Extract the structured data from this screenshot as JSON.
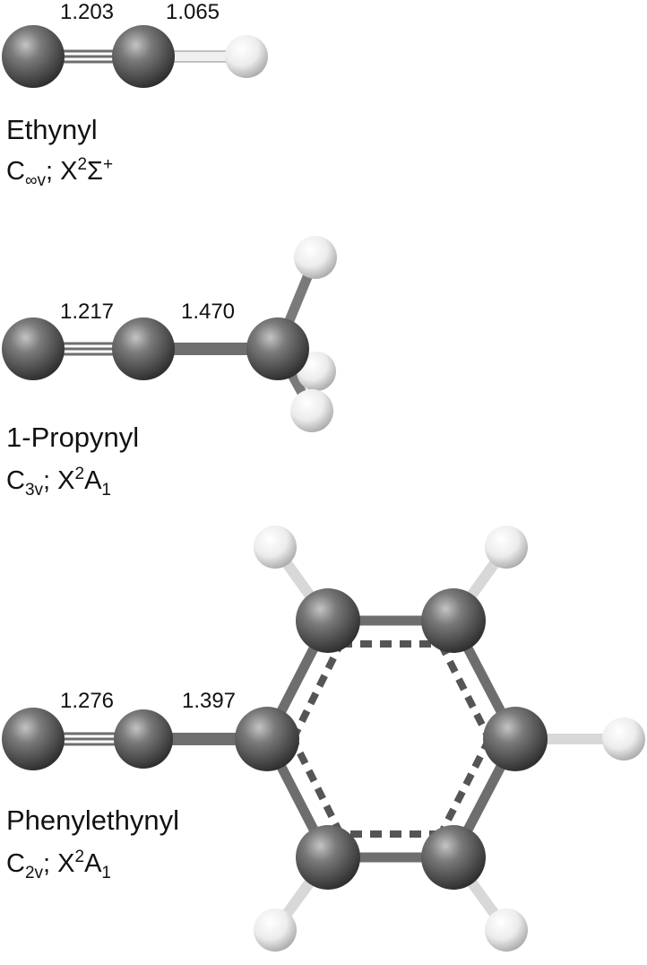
{
  "colors": {
    "carbon": "#5a5a5a",
    "hydrogen": "#f2f2f2",
    "bond": "#6e6e6e",
    "text": "#111111"
  },
  "molecules": [
    {
      "name": "Ethynyl",
      "symmetry": {
        "letter": "C",
        "sub": "∞v",
        "state": "X",
        "mult": "2",
        "term": "Σ",
        "term_sup": "+",
        "term_sub": ""
      },
      "bond_lengths": [
        "1.203",
        "1.065"
      ]
    },
    {
      "name": "1-Propynyl",
      "symmetry": {
        "letter": "C",
        "sub": "3v",
        "state": "X",
        "mult": "2",
        "term": "A",
        "term_sup": "",
        "term_sub": "1"
      },
      "bond_lengths": [
        "1.217",
        "1.470"
      ]
    },
    {
      "name": "Phenylethynyl",
      "symmetry": {
        "letter": "C",
        "sub": "2v",
        "state": "X",
        "mult": "2",
        "term": "A",
        "term_sup": "",
        "term_sub": "1"
      },
      "bond_lengths": [
        "1.276",
        "1.397"
      ]
    }
  ]
}
